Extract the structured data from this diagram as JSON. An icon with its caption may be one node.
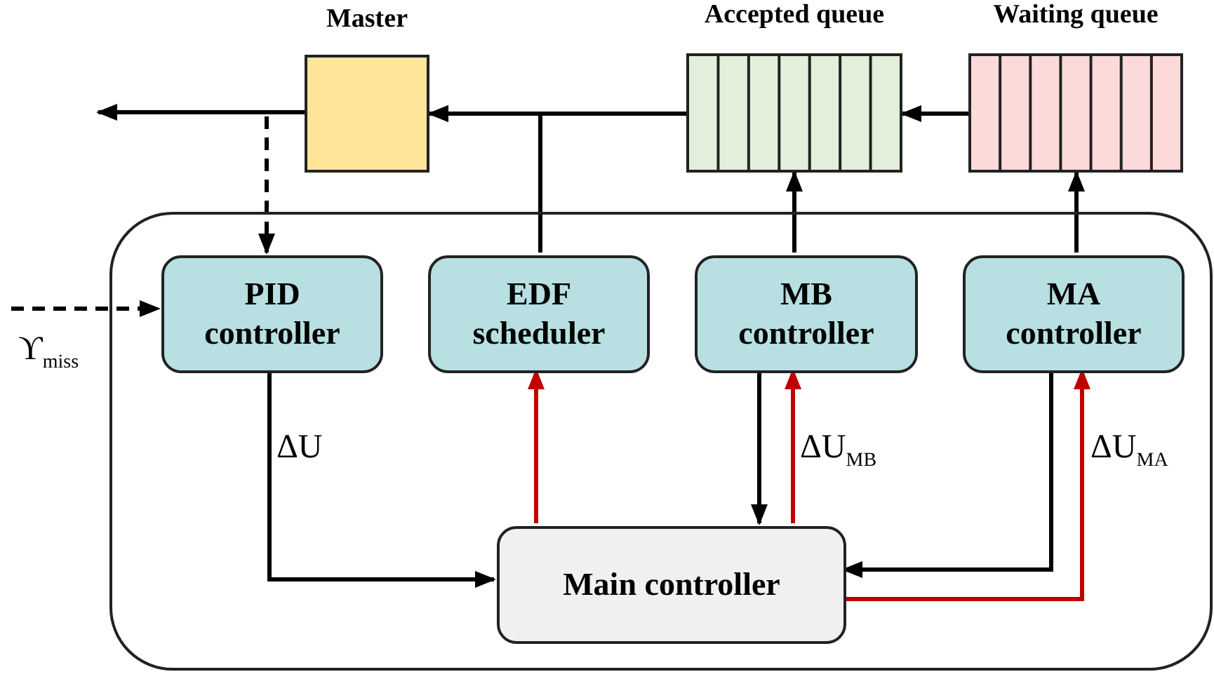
{
  "diagram": {
    "nodes": [
      {
        "text": [
          "Master"
        ]
      },
      {
        "text": [
          "Accepted queue"
        ]
      },
      {
        "text": [
          "Waiting queue"
        ]
      },
      {
        "text": [],
        "shape": "box"
      },
      {
        "text": [
          "PID controller"
        ],
        "in": 3
      },
      {
        "text": [
          "EDF scheduler"
        ],
        "in": 3
      },
      {
        "text": [
          "MB controller"
        ],
        "in": 3
      },
      {
        "text": [
          "MA controller"
        ],
        "in": 3
      },
      {
        "text": [
          "Main controller"
        ],
        "in": 3
      }
    ],
    "edges": [
      {
        "from": 0,
        "to": null,
        "arrow": "to"
      },
      {
        "from": 0,
        "to": 4,
        "arrow": "to",
        "style": "dashed"
      },
      {
        "from": 1,
        "to": 0,
        "arrow": "to"
      },
      {
        "from": 2,
        "to": 1,
        "arrow": "to"
      },
      {
        "from": 5,
        "to": 0,
        "arrow": "to"
      },
      {
        "from": 6,
        "to": 1,
        "arrow": "to"
      },
      {
        "from": 7,
        "to": 2,
        "arrow": "to"
      },
      {
        "from": 4,
        "to": 8,
        "arrow": "to",
        "label": "ΔU"
      },
      {
        "from": 8,
        "to": 5,
        "arrow": "to",
        "color": "#c00000"
      },
      {
        "from": 6,
        "to": 8,
        "arrow": "to"
      },
      {
        "from": 8,
        "to": 6,
        "arrow": "to",
        "color": "#c00000",
        "label": "ΔU$_{MB}$"
      },
      {
        "from": 7,
        "to": 8,
        "arrow": "to"
      },
      {
        "from": 8,
        "to": 7,
        "arrow": "to",
        "color": "#c00000",
        "label": "ΔU$_{MA}$"
      },
      {
        "from": null,
        "to": 4,
        "arrow": "to",
        "style": "dashed",
        "label": "ϒ$_{miss}$"
      }
    ]
  }
}
